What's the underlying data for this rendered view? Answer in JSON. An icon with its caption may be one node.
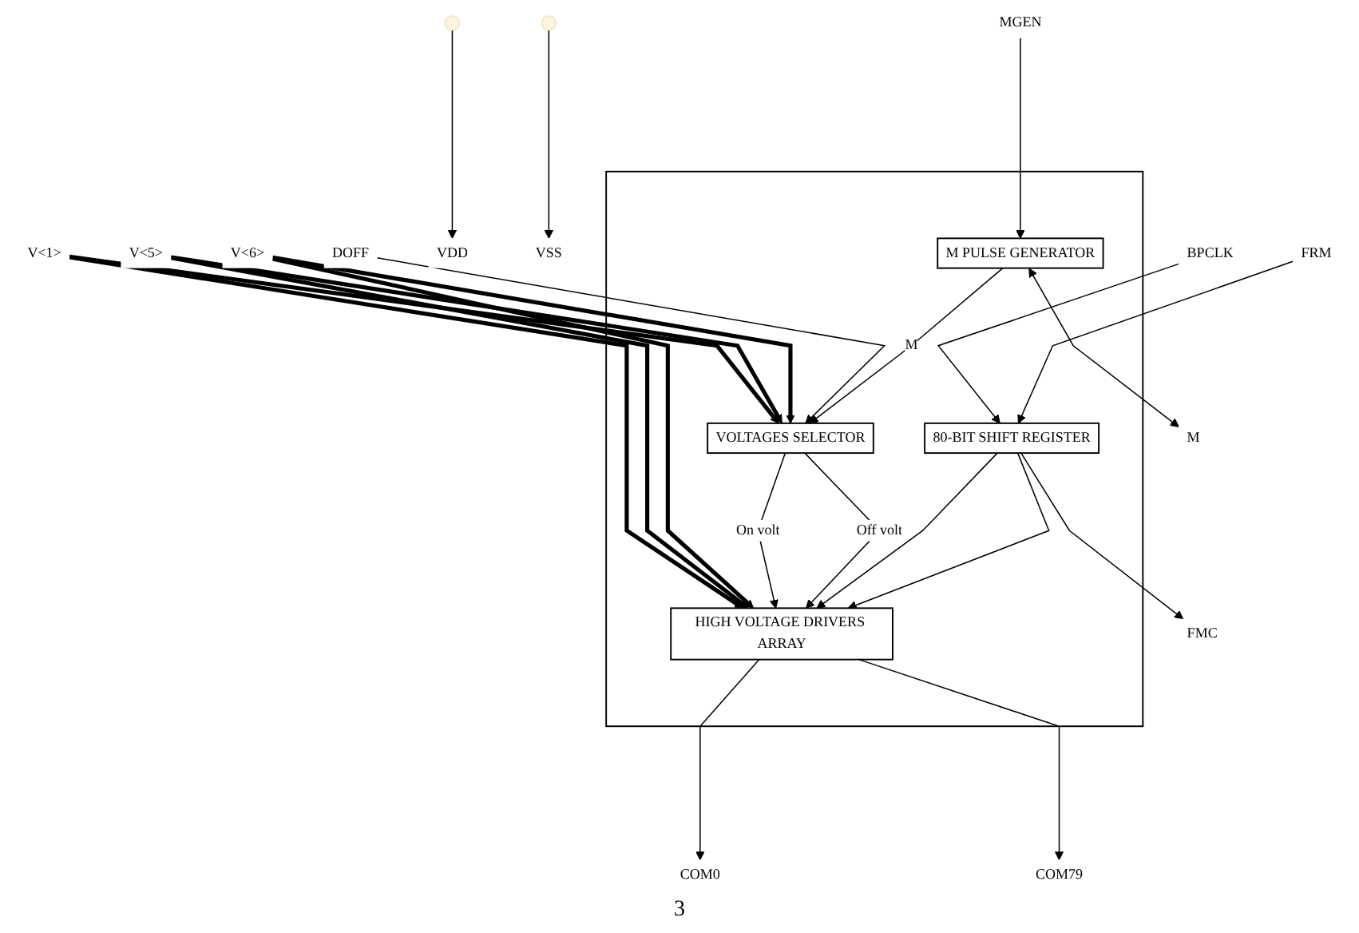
{
  "diagram": {
    "nodes": [
      {
        "text": [],
        "shape": "box"
      },
      {
        "text": [
          "V<1>"
        ]
      },
      {
        "text": [
          "V<5>"
        ]
      },
      {
        "text": [
          "V<6>"
        ]
      },
      {
        "text": [
          "COM0"
        ]
      },
      {
        "text": [
          "COM79"
        ]
      },
      {
        "text": [
          "VOLTAGES SELECTOR"
        ],
        "in": 0
      },
      {
        "text": [
          "HIGH VOLTAGE DRIVERS ARRAY"
        ],
        "in": 0
      },
      {
        "text": [
          "VDD"
        ]
      },
      {
        "text": [
          "VSS"
        ]
      },
      {
        "text": [
          "DOFF"
        ]
      },
      {
        "text": [
          "M PULSE GENERATOR"
        ],
        "in": 0
      },
      {
        "text": [
          "80-BIT SHIFT REGISTER"
        ],
        "in": 0
      },
      {
        "text": [
          "FMC"
        ]
      },
      {
        "text": [
          "MGEN"
        ]
      },
      {
        "text": [
          "M"
        ]
      },
      {
        "text": [
          "BPCLK"
        ]
      },
      {
        "text": [
          "FRM"
        ]
      }
    ],
    "edges": [
      {
        "from": 1,
        "to": 6,
        "arrow": "to",
        "style": "thick"
      },
      {
        "from": 2,
        "to": 6,
        "arrow": "to",
        "style": "thick"
      },
      {
        "from": 3,
        "to": 6,
        "arrow": "to",
        "style": "thick"
      },
      {
        "from": 1,
        "to": 7,
        "arrow": "to",
        "style": "thick"
      },
      {
        "from": 2,
        "to": 7,
        "arrow": "to",
        "style": "thick"
      },
      {
        "from": 3,
        "to": 7,
        "arrow": "to",
        "style": "thick"
      },
      {
        "from": 7,
        "to": 4,
        "arrow": "to"
      },
      {
        "from": 7,
        "to": 5,
        "arrow": "to"
      },
      {
        "from": 6,
        "to": 7,
        "arrow": "to",
        "label": "On volt"
      },
      {
        "from": 6,
        "to": 7,
        "arrow": "to",
        "label": "Off volt"
      },
      {
        "from": 10,
        "to": 6,
        "arrow": "to"
      },
      {
        "from": 11,
        "to": 6,
        "arrow": "to",
        "label": "M"
      },
      {
        "from": 14,
        "to": 11,
        "arrow": "to"
      },
      {
        "from": 11,
        "to": 15,
        "arrow": "both"
      },
      {
        "from": 16,
        "to": 12,
        "arrow": "to"
      },
      {
        "from": 17,
        "to": 12,
        "arrow": "to"
      },
      {
        "from": 12,
        "to": 7,
        "arrow": "to"
      },
      {
        "from": 12,
        "to": 7,
        "arrow": "to"
      },
      {
        "from": 12,
        "to": 13,
        "arrow": "to"
      },
      {
        "from": null,
        "to": 8,
        "arrow": "to"
      },
      {
        "from": null,
        "to": 9,
        "arrow": "to"
      }
    ],
    "labels": [
      "3"
    ]
  }
}
